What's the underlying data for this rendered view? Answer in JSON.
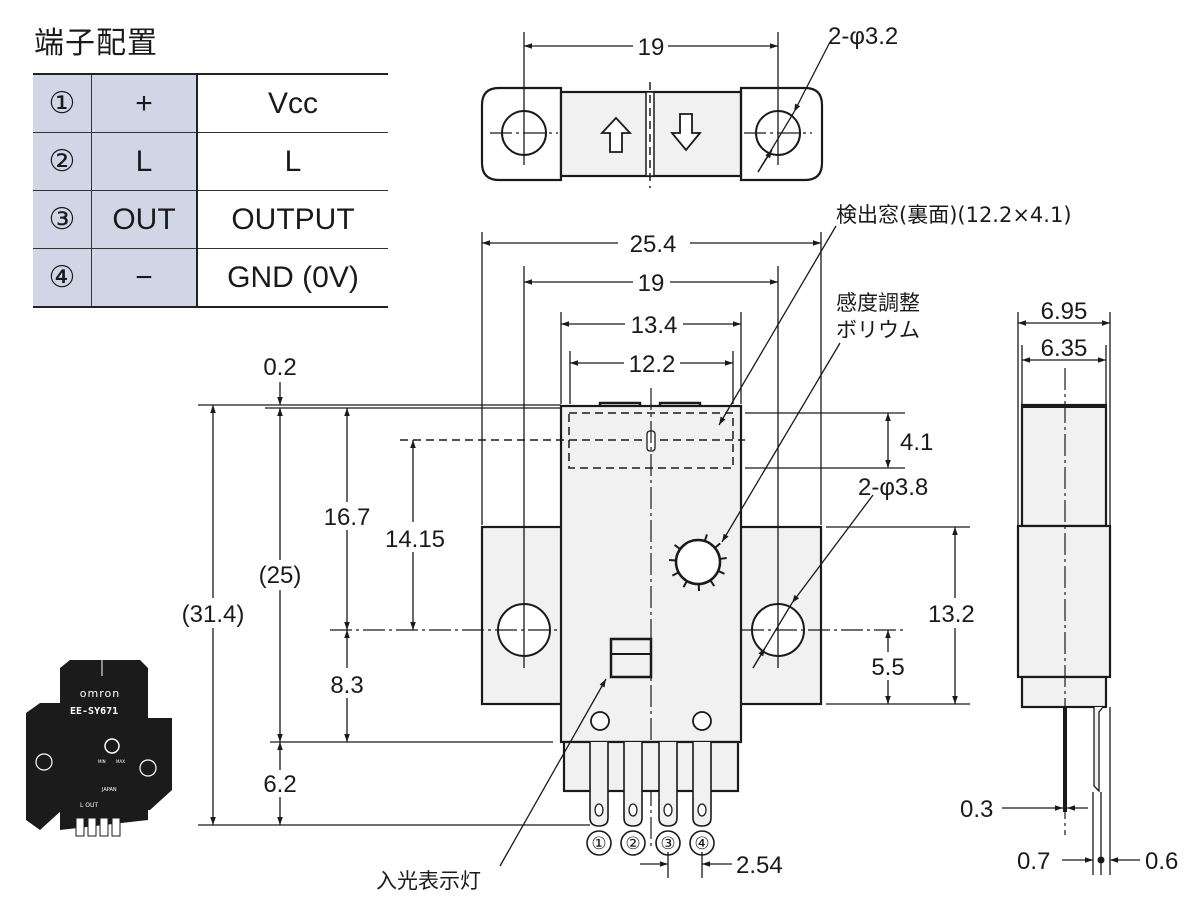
{
  "title": "端子配置",
  "pin_table": {
    "rows": [
      {
        "no": "①",
        "symbol": "+",
        "name": "Vcc"
      },
      {
        "no": "②",
        "symbol": "L",
        "name": "L"
      },
      {
        "no": "③",
        "symbol": "OUT",
        "name": "OUTPUT"
      },
      {
        "no": "④",
        "symbol": "−",
        "name": "GND (0V)"
      }
    ],
    "header_bg": "#d0d6e6"
  },
  "top_view": {
    "dim_hole_pitch": "19",
    "dim_holes": "2-φ3.2",
    "arrow_up": "⇧",
    "arrow_down": "⇩"
  },
  "front_view": {
    "dim_width_total": "25.4",
    "dim_hole_pitch": "19",
    "dim_body_width": "13.4",
    "dim_window_width": "12.2",
    "dim_top_offset": "0.2",
    "dim_window_height": "4.1",
    "dim_mount_holes": "2-φ3.8",
    "dim_upper": "16.7",
    "dim_optical_axis": "14.15",
    "dim_body_height": "(25)",
    "dim_total_height": "(31.4)",
    "dim_lower": "8.3",
    "dim_terminal": "6.2",
    "dim_flange_height": "13.2",
    "dim_flange_hole": "5.5",
    "dim_pin_pitch": "2.54",
    "pin_labels": [
      "①",
      "②",
      "③",
      "④"
    ],
    "callout_window": "検出窓(裏面)(12.2×4.1)",
    "callout_pot_line1": "感度調整",
    "callout_pot_line2": "ボリウム",
    "callout_indicator": "入光表示灯"
  },
  "side_view": {
    "dim_outer": "6.95",
    "dim_inner": "6.35",
    "dim_pin_thickness": "0.3",
    "dim_left": "0.7",
    "dim_right": "0.6"
  },
  "product_photo": {
    "brand": "omron",
    "model": "EE-SY671",
    "dial_min": "MIN",
    "dial_max": "MAX",
    "origin": "JAPAN",
    "terminals": "L OUT"
  }
}
